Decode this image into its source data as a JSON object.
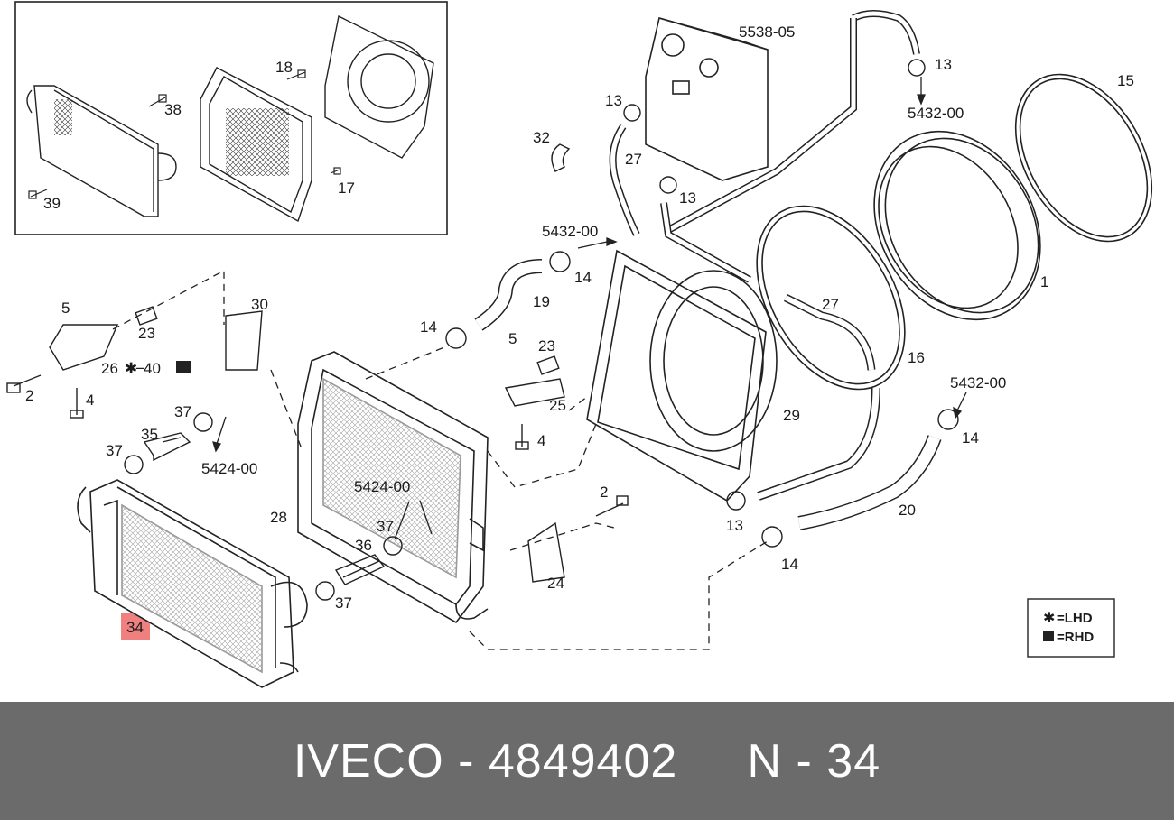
{
  "diagram": {
    "labels": {
      "p1": "1",
      "p2a": "2",
      "p2b": "2",
      "p4a": "4",
      "p4b": "4",
      "p5a": "5",
      "p5b": "5",
      "p13a": "13",
      "p13b": "13",
      "p13c": "13",
      "p13d": "13",
      "p14a": "14",
      "p14b": "14",
      "p14c": "14",
      "p14d": "14",
      "p15": "15",
      "p16": "16",
      "p17": "17",
      "p18": "18",
      "p19": "19",
      "p20": "20",
      "p23a": "23",
      "p23b": "23",
      "p24": "24",
      "p25": "25",
      "p26": "26",
      "p27a": "27",
      "p27b": "27",
      "p28": "28",
      "p29": "29",
      "p30": "30",
      "p32": "32",
      "p34": "34",
      "p35": "35",
      "p36": "36",
      "p37a": "37",
      "p37b": "37",
      "p37c": "37",
      "p37d": "37",
      "p38": "38",
      "p39": "39",
      "p40": "40"
    },
    "group_codes": {
      "g5538_05": "5538-05",
      "g5432_00_a": "5432-00",
      "g5432_00_b": "5432-00",
      "g5432_00_c": "5432-00",
      "g5424_00_a": "5424-00",
      "g5424_00_b": "5424-00"
    },
    "legend": {
      "lhd": "=LHD",
      "rhd": "=RHD"
    },
    "highlight_color": "#f08080"
  },
  "footer": {
    "caption": "IVECO - 4849402     N - 34",
    "background": "#6b6b6b"
  }
}
